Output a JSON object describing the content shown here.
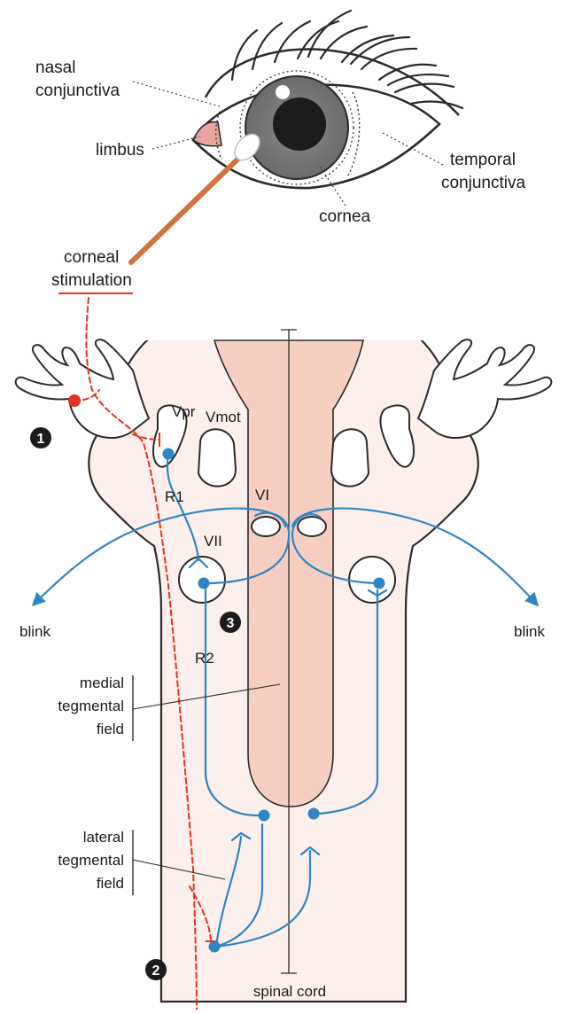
{
  "labels": {
    "nasal_line1": "nasal",
    "nasal_line2": "conjunctiva",
    "limbus": "limbus",
    "temporal_line1": "temporal",
    "temporal_line2": "conjunctiva",
    "cornea": "cornea",
    "corneal_line1": "corneal",
    "corneal_line2": "stimulation",
    "vpr": "Vpr",
    "vmot": "Vmot",
    "r1": "R1",
    "vi": "VI",
    "vii": "VII",
    "r2": "R2",
    "blink_left": "blink",
    "blink_right": "blink",
    "medial_line1": "medial",
    "medial_line2": "tegmental",
    "medial_line3": "field",
    "lateral_line1": "lateral",
    "lateral_line2": "tegmental",
    "lateral_line3": "field",
    "spinal_cord": "spinal cord"
  },
  "badges": {
    "one": "1",
    "two": "2",
    "three": "3"
  },
  "colors": {
    "pathway_blue": "#2f86c6",
    "afferent_red": "#e2341d",
    "medial_field_fill": "#f6cfc2",
    "brainstem_fill": "#fdf0ec",
    "swab_stick": "#d2733e",
    "outline": "#2b2b2b"
  }
}
